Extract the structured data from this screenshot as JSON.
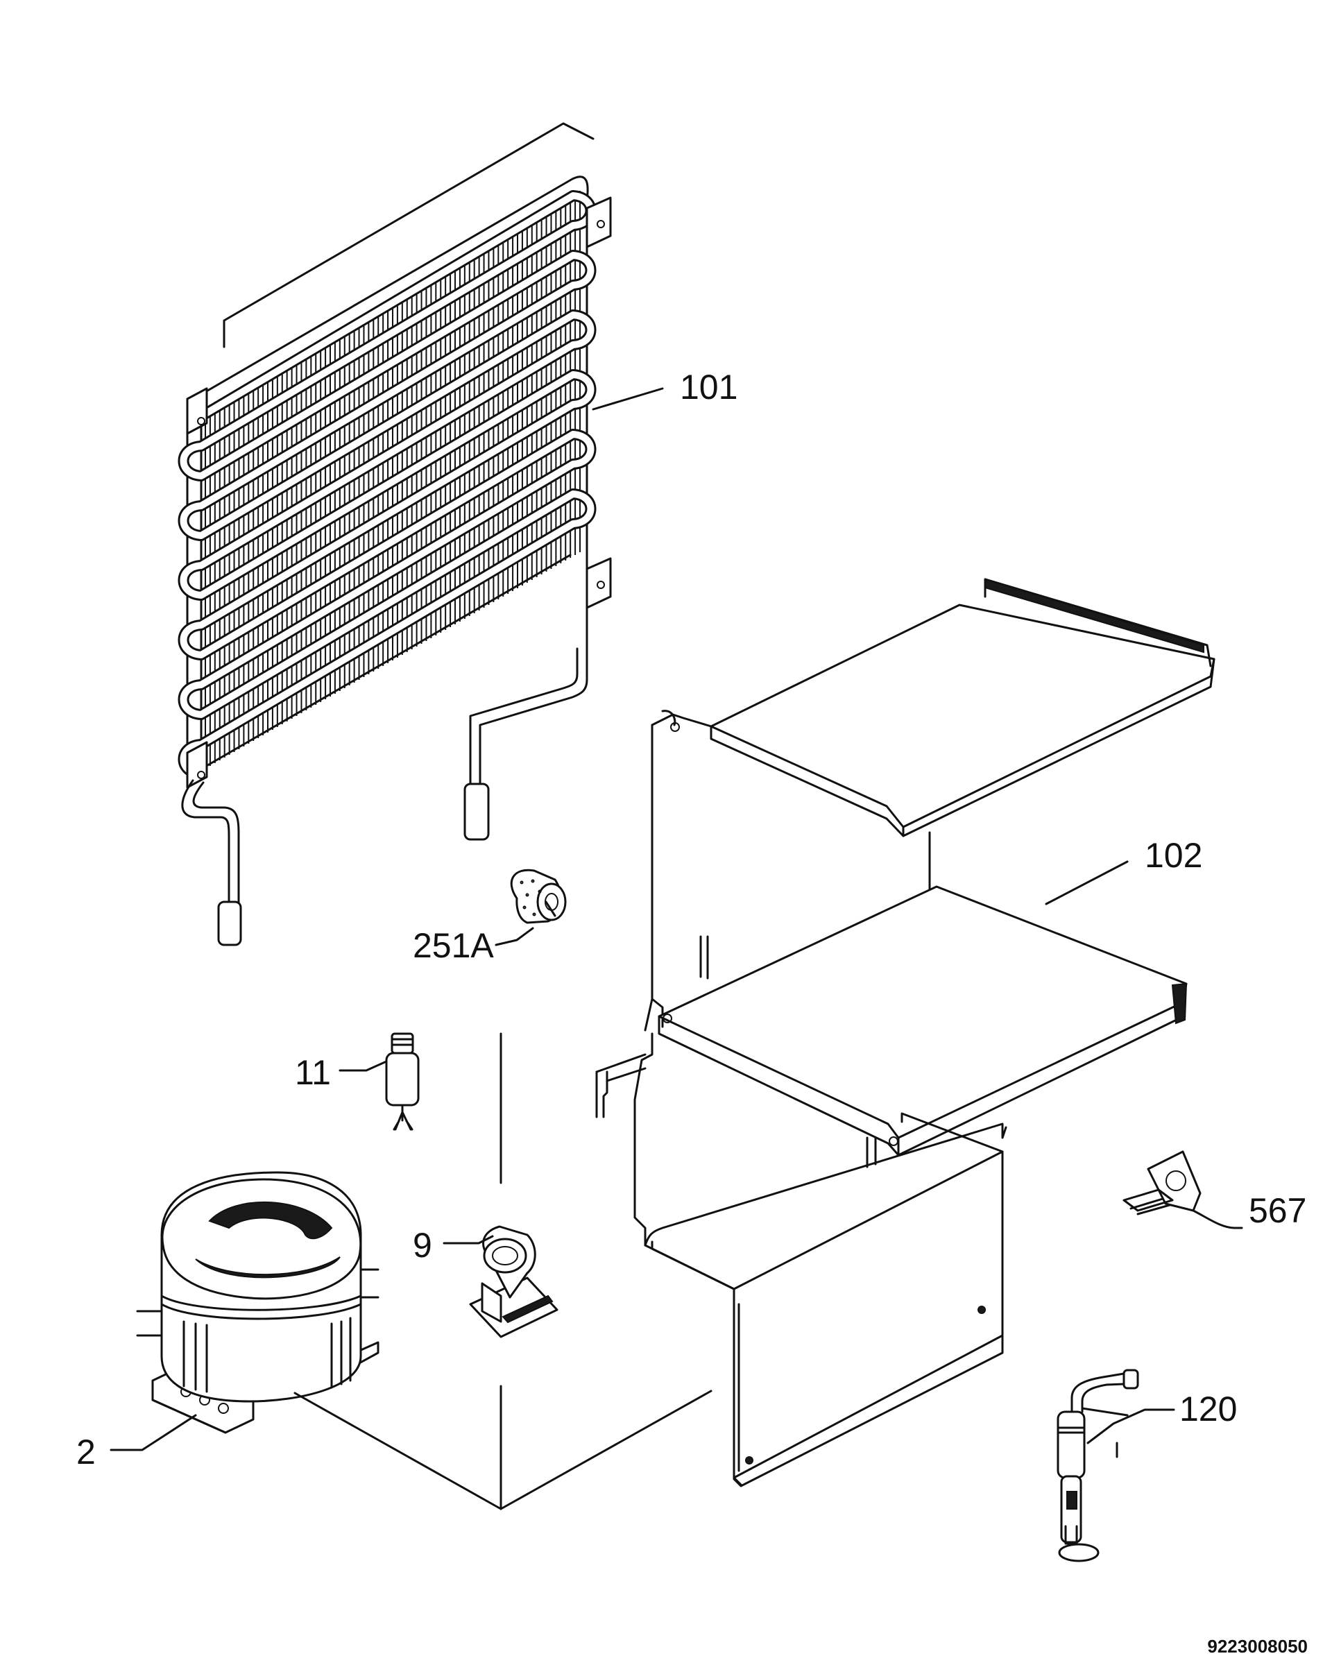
{
  "labels": {
    "condenser": "101",
    "shelf_bracket": "102",
    "grommet": "251A",
    "valve": "11",
    "clamp": "9",
    "compressor": "2",
    "clip": "567",
    "thermostat_sensor": "120"
  },
  "diagram_code": "9223008050"
}
